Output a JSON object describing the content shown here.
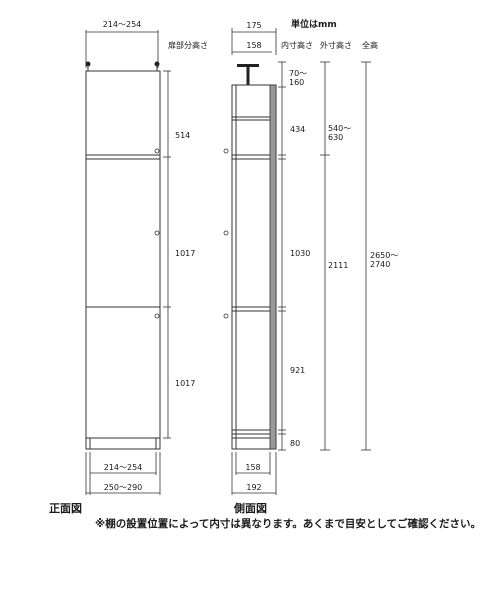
{
  "units_label": "単位はmm",
  "headers": {
    "door_height": "扉部分高さ",
    "inner_height": "内寸高さ",
    "outer_height": "外寸高さ",
    "total_height": "全高"
  },
  "front_view": {
    "label": "正面図",
    "top_width": "214～254",
    "bottom_inner_width": "214～254",
    "bottom_outer_width": "250～290",
    "door_heights": [
      "514",
      "1017",
      "1017"
    ]
  },
  "side_view": {
    "label": "側面図",
    "top_outer_depth": "175",
    "top_inner_depth": "158",
    "bottom_inner_depth": "158",
    "bottom_outer_depth": "192",
    "inner_heights": [
      "70～\n160",
      "434",
      "1030",
      "921",
      "80"
    ],
    "outer_heights": [
      "540～\n630",
      "2111"
    ],
    "total_height": "2650～\n2740"
  },
  "note": "※棚の設置位置によって内寸は異なります。あくまで目安としてご確認ください。"
}
